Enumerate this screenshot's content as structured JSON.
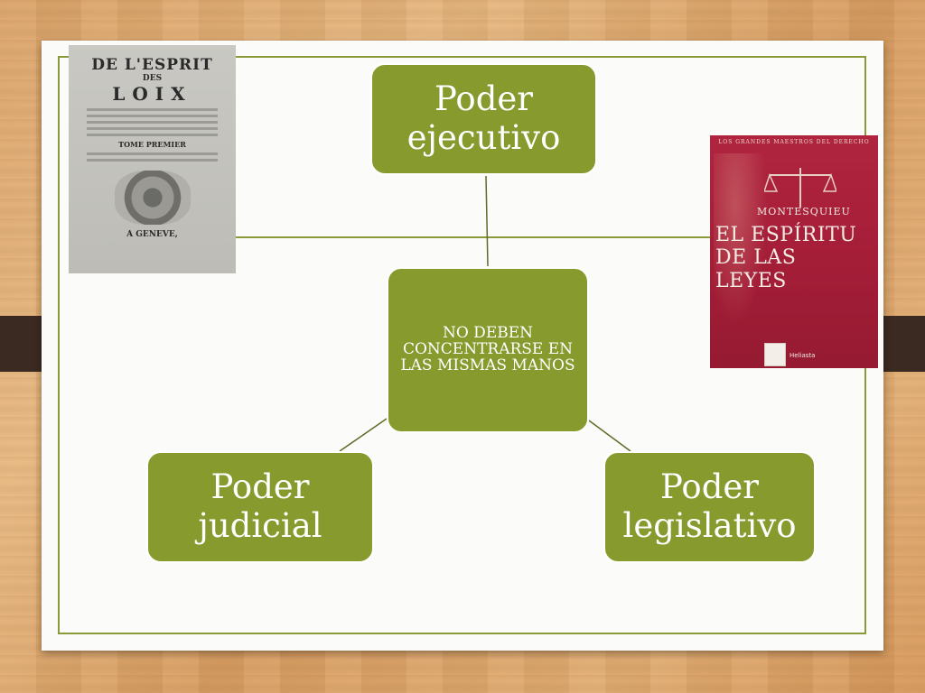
{
  "diagram": {
    "center": "NO DEBEN CONCENTRARSE EN LAS MISMAS MANOS",
    "top": "Poder ejecutivo",
    "left": "Poder judicial",
    "right": "Poder legislativo"
  },
  "book_left": {
    "title": "DE L'ESPRIT",
    "des": "DES",
    "subtitle": "LOIX",
    "tome": "TOME PREMIER",
    "place": "A GENEVE,"
  },
  "book_right": {
    "series": "LOS GRANDES MAESTROS DEL DERECHO",
    "author": "MONTESQUIEU",
    "title": "EL ESPÍRITU DE LAS LEYES",
    "publisher": "Heliasta"
  },
  "colors": {
    "node": "#869a2e",
    "frame": "#8a9a3a",
    "book_right": "#a31d37"
  }
}
